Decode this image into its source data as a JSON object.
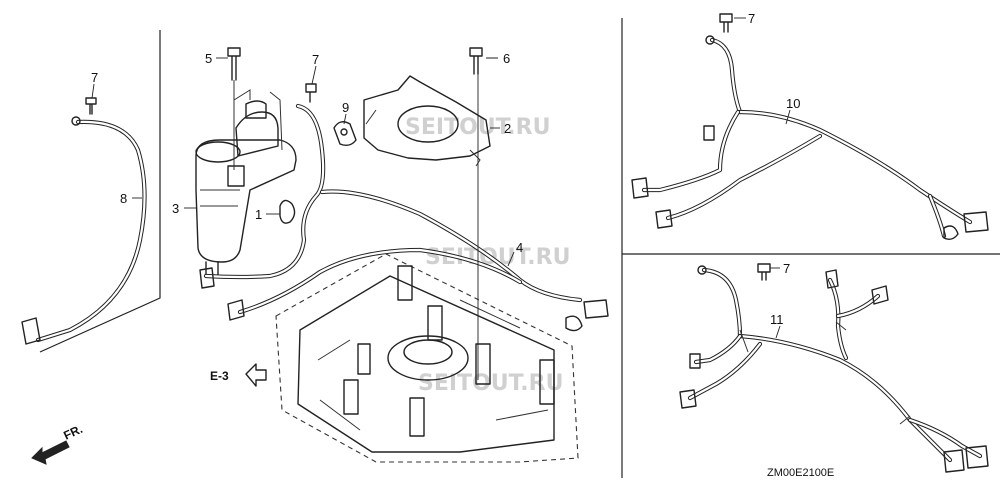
{
  "callouts": {
    "c1": "1",
    "c2": "2",
    "c3": "3",
    "c4": "4",
    "c5": "5",
    "c6": "6",
    "c7a": "7",
    "c7b": "7",
    "c7c": "7",
    "c7d": "7",
    "c8": "8",
    "c9": "9",
    "c10": "10",
    "c11": "11"
  },
  "reference_label": "E-3",
  "front_label": "FR.",
  "diagram_code": "ZM00E2100E",
  "watermarks": [
    "SEITOUT.RU",
    "SEITOUT.RU",
    "SEITOUT.RU"
  ]
}
